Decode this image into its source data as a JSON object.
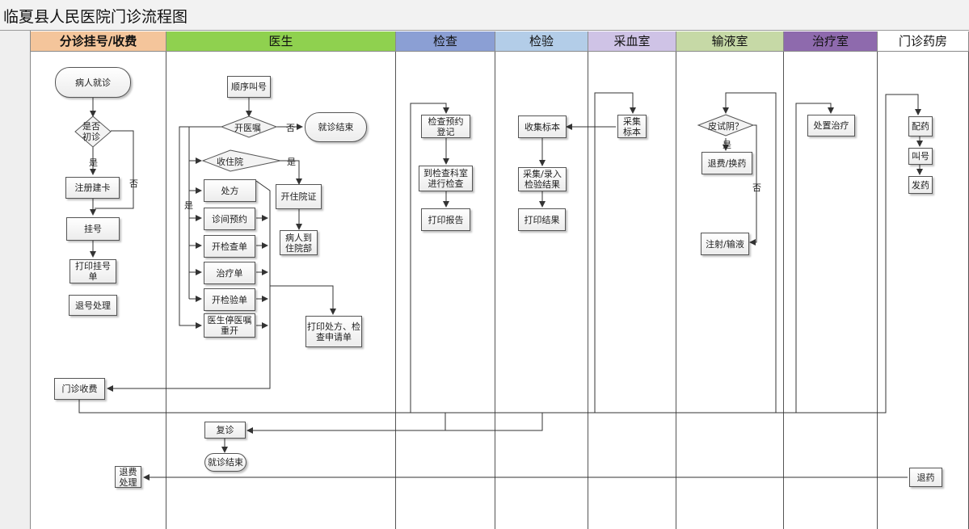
{
  "title": "临夏县人民医院门诊流程图",
  "lanes": [
    {
      "label": "分诊挂号/收费",
      "color": "#f4c59b",
      "bold": true
    },
    {
      "label": "医生",
      "color": "#8fd14f",
      "bold": false
    },
    {
      "label": "检查",
      "color": "#8b9fd4",
      "bold": false
    },
    {
      "label": "检验",
      "color": "#b3cde8",
      "bold": false
    },
    {
      "label": "采血室",
      "color": "#cfc3e6",
      "bold": false
    },
    {
      "label": "输液室",
      "color": "#c6d9a6",
      "bold": false
    },
    {
      "label": "治疗室",
      "color": "#8e6aad",
      "bold": false
    },
    {
      "label": "门诊药房",
      "color": "#ffffff",
      "bold": false
    }
  ],
  "nodes": {
    "patient_visit": "病人就诊",
    "first_visit": "是否\n初诊",
    "register_card": "注册建卡",
    "register": "挂号",
    "print_ticket": "打印挂号\n单",
    "refund_reg": "退号处理",
    "outpatient_fee": "门诊收费",
    "refund_fee": "退费\n处理",
    "call_number": "顺序叫号",
    "open_order": "开医嘱",
    "visit_end_1": "就诊结束",
    "admit": "收住院",
    "prescription": "处方",
    "admission_cert": "开住院证",
    "patient_to_ward": "病人到\n住院部",
    "appointment": "诊间预约",
    "exam_order": "开检查单",
    "treatment_order": "治疗单",
    "lab_order": "开检验单",
    "stop_reopen": "医生停医嘱\n重开",
    "print_rx": "打印处方、检\n查申请单",
    "revisit": "复诊",
    "visit_end_2": "就诊结束",
    "exam_booking": "检查预约\n登记",
    "exam_dept": "到检查科室\n进行检查",
    "print_report": "打印报告",
    "collect_specimen": "收集标本",
    "lab_entry": "采集/录入\n检验结果",
    "print_result": "打印结果",
    "blood_collect": "采集\n标本",
    "skin_test": "皮试阴？",
    "refund_change": "退费/换药",
    "injection": "注射/输液",
    "treatment": "处置治疗",
    "dispense_prep": "配药",
    "call_no": "叫号",
    "dispense": "发药",
    "return_drug": "退药"
  },
  "edge_labels": {
    "yes_first": "是",
    "no_first": "否",
    "no_order": "否",
    "yes_admit": "是",
    "yes_order": "是",
    "yes_skin": "是",
    "no_skin": "否"
  }
}
